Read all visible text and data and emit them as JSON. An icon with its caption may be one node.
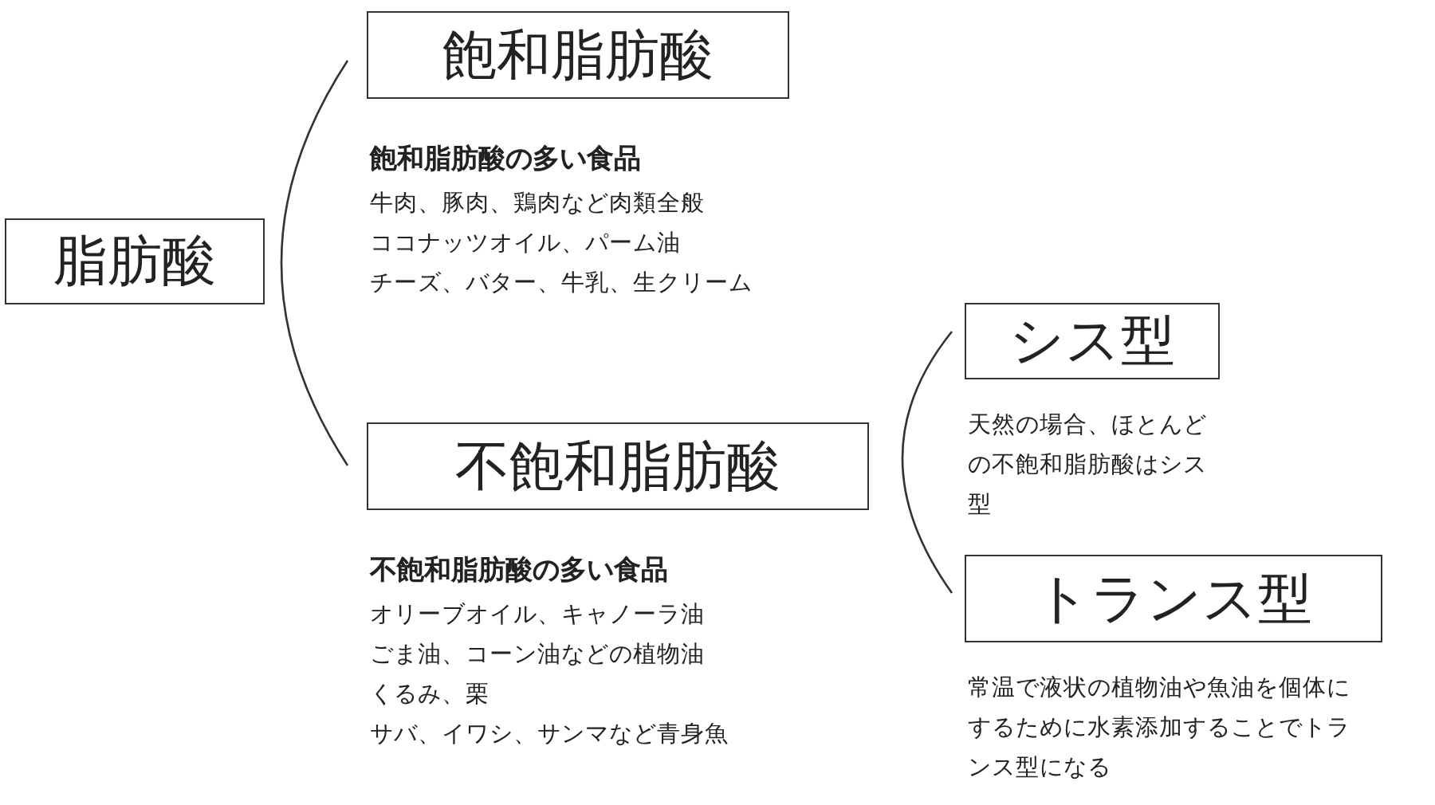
{
  "diagram": {
    "nodes": [
      {
        "text": [
          "脂肪酸"
        ]
      },
      {
        "text": [
          "飽和脂肪酸"
        ],
        "beside": [
          "飽和脂肪酸の多い食品",
          "牛肉、豚肉、鶏肉など肉類全般",
          "ココナッツオイル、パーム油",
          "チーズ、バター、牛乳、生クリーム"
        ]
      },
      {
        "text": [
          "不飽和脂肪酸"
        ],
        "beside": [
          "不飽和脂肪酸の多い食品",
          "オリーブオイル、キャノーラ油",
          "ごま油、コーン油などの植物油",
          "くるみ、栗",
          "サバ、イワシ、サンマなど青身魚"
        ]
      },
      {
        "text": [
          "シス型"
        ],
        "beside": [
          "天然の場合、ほとんどの不飽和脂肪酸はシス型"
        ]
      },
      {
        "text": [
          "トランス型"
        ],
        "beside": [
          "常温で液状の植物油や魚油を個体にするために水素添加することでトランス型になる"
        ]
      }
    ]
  }
}
